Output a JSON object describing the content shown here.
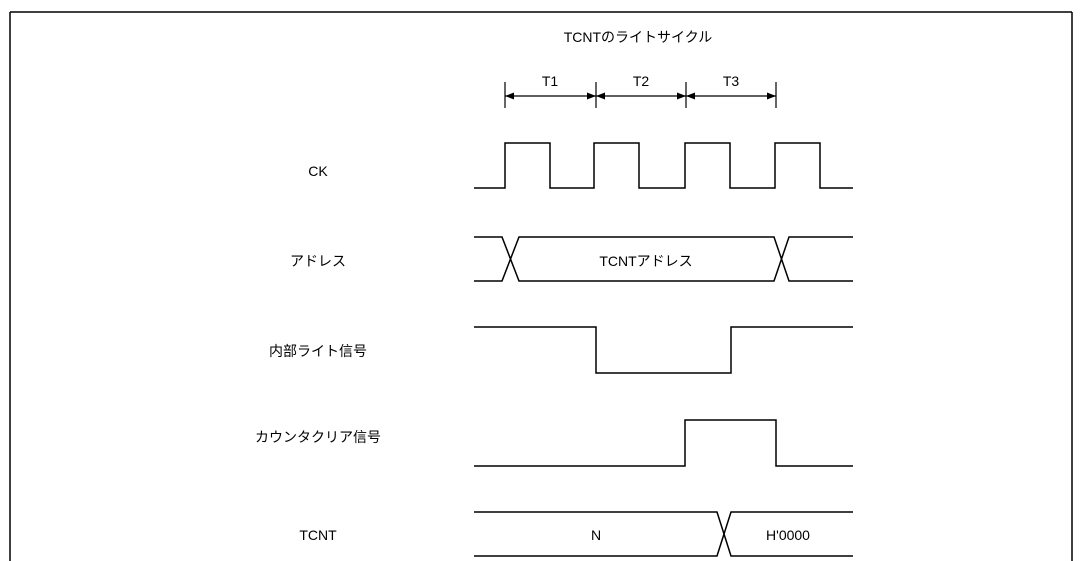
{
  "title": "TCNTのライトサイクル",
  "periods": [
    "T1",
    "T2",
    "T3"
  ],
  "signals": {
    "ck": "CK",
    "address": "アドレス",
    "write": "内部ライト信号",
    "clear": "カウンタクリア信号",
    "tcnt": "TCNT"
  },
  "bus_values": {
    "address": "TCNTアドレス",
    "tcnt_before": "N",
    "tcnt_after": "H'0000"
  }
}
